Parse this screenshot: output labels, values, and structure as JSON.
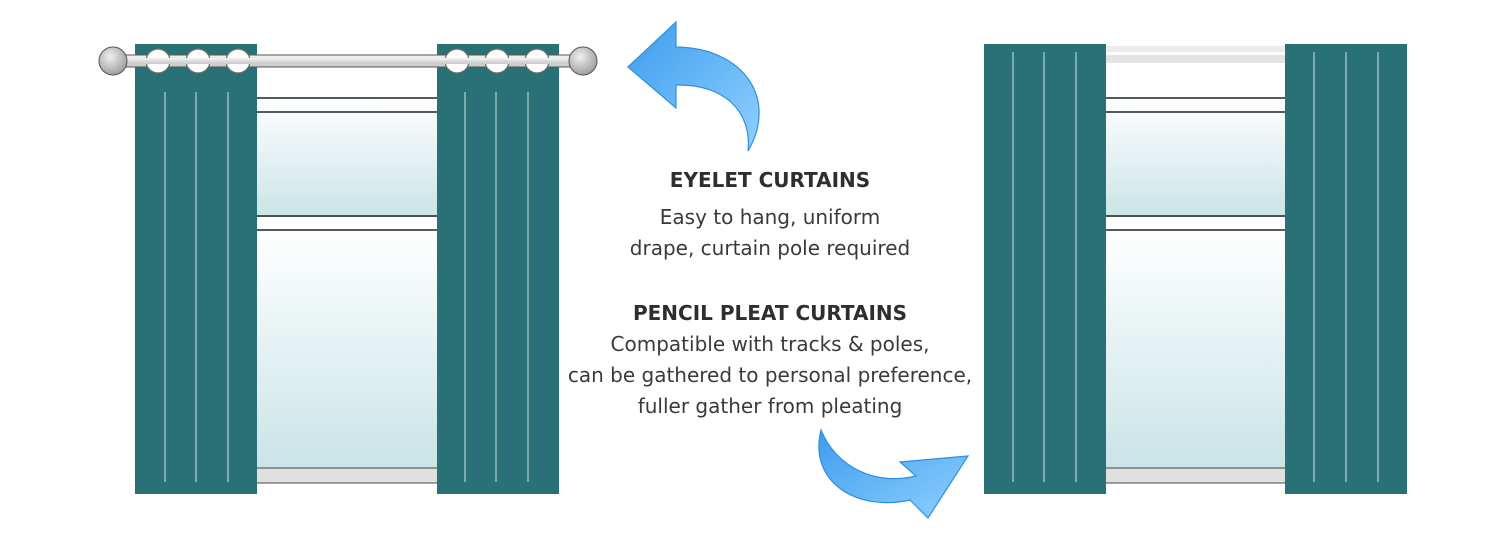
{
  "eyelet": {
    "title": "EYELET CURTAINS",
    "desc_line1": "Easy to hang, uniform",
    "desc_line2": "drape, curtain pole required"
  },
  "pencil": {
    "title": "PENCIL PLEAT CURTAINS",
    "desc_line1": "Compatible with tracks & poles,",
    "desc_line2": "can be gathered to personal preference,",
    "desc_line3": "fuller gather from pleating"
  },
  "colors": {
    "curtain": "#2a7177",
    "arrow": "#4aa8f0",
    "pole": "#e2e2e2",
    "glass_top": "#ffffff",
    "glass_bottom": "#c9e4e7"
  },
  "icons": [
    "eyelet-pole-icon",
    "pencil-track-icon",
    "curved-arrow-icon"
  ]
}
